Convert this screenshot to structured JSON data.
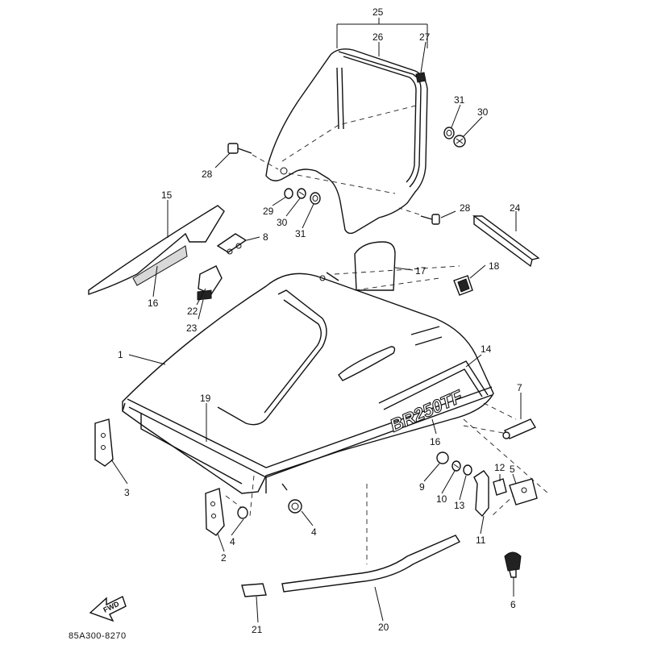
{
  "diagram": {
    "code": "85A300-8270",
    "arrow_label": "FWD",
    "decal_text": "BR250TF"
  },
  "callouts": [
    {
      "id": "c25",
      "number": "25"
    },
    {
      "id": "c26",
      "number": "26"
    },
    {
      "id": "c27",
      "number": "27"
    },
    {
      "id": "c31a",
      "number": "31"
    },
    {
      "id": "c30a",
      "number": "30"
    },
    {
      "id": "c28a",
      "number": "28"
    },
    {
      "id": "c29",
      "number": "29"
    },
    {
      "id": "c30b",
      "number": "30"
    },
    {
      "id": "c31b",
      "number": "31"
    },
    {
      "id": "c28b",
      "number": "28"
    },
    {
      "id": "c24",
      "number": "24"
    },
    {
      "id": "c15",
      "number": "15"
    },
    {
      "id": "c8",
      "number": "8"
    },
    {
      "id": "c17",
      "number": "17"
    },
    {
      "id": "c18",
      "number": "18"
    },
    {
      "id": "c16a",
      "number": "16"
    },
    {
      "id": "c22",
      "number": "22"
    },
    {
      "id": "c23",
      "number": "23"
    },
    {
      "id": "c1",
      "number": "1"
    },
    {
      "id": "c14",
      "number": "14"
    },
    {
      "id": "c19",
      "number": "19"
    },
    {
      "id": "c7",
      "number": "7"
    },
    {
      "id": "c16b",
      "number": "16"
    },
    {
      "id": "c12",
      "number": "12"
    },
    {
      "id": "c5",
      "number": "5"
    },
    {
      "id": "c3",
      "number": "3"
    },
    {
      "id": "c9",
      "number": "9"
    },
    {
      "id": "c10",
      "number": "10"
    },
    {
      "id": "c13",
      "number": "13"
    },
    {
      "id": "c4a",
      "number": "4"
    },
    {
      "id": "c4b",
      "number": "4"
    },
    {
      "id": "c2",
      "number": "2"
    },
    {
      "id": "c11",
      "number": "11"
    },
    {
      "id": "c6",
      "number": "6"
    },
    {
      "id": "c21",
      "number": "21"
    },
    {
      "id": "c20",
      "number": "20"
    }
  ]
}
